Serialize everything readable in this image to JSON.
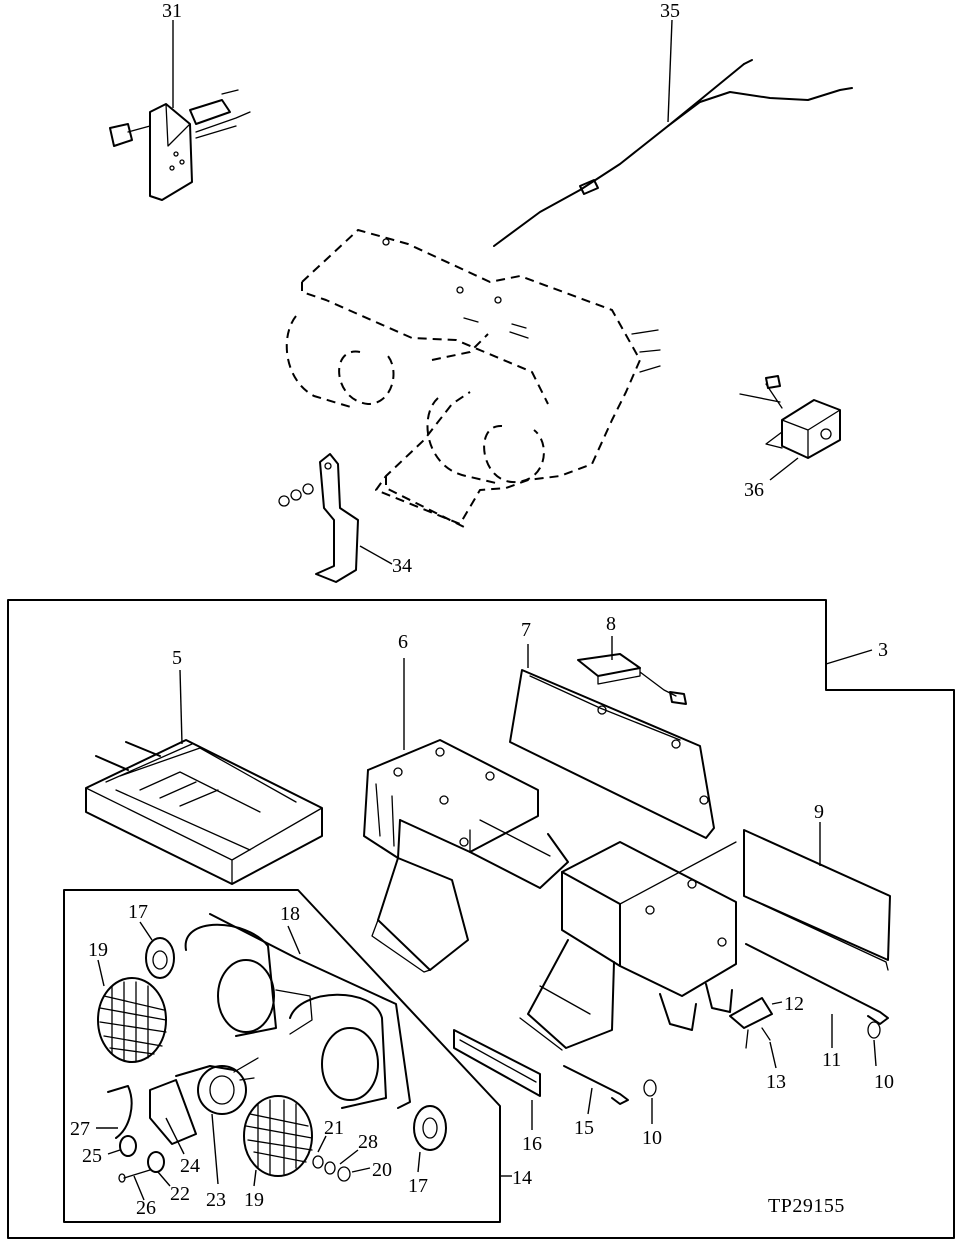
{
  "diagram": {
    "reference_code": "TP29155",
    "callouts": {
      "c31": "31",
      "c35": "35",
      "c36": "36",
      "c34": "34",
      "c3": "3",
      "c5": "5",
      "c6": "6",
      "c7": "7",
      "c8": "8",
      "c9": "9",
      "c17a": "17",
      "c18": "18",
      "c19a": "19",
      "c27": "27",
      "c25": "25",
      "c24": "24",
      "c22": "22",
      "c26": "26",
      "c23": "23",
      "c19b": "19",
      "c21": "21",
      "c28": "28",
      "c20": "20",
      "c17b": "17",
      "c14": "14",
      "c16": "16",
      "c15": "15",
      "c10a": "10",
      "c12": "12",
      "c13": "13",
      "c11": "11",
      "c10b": "10"
    }
  }
}
